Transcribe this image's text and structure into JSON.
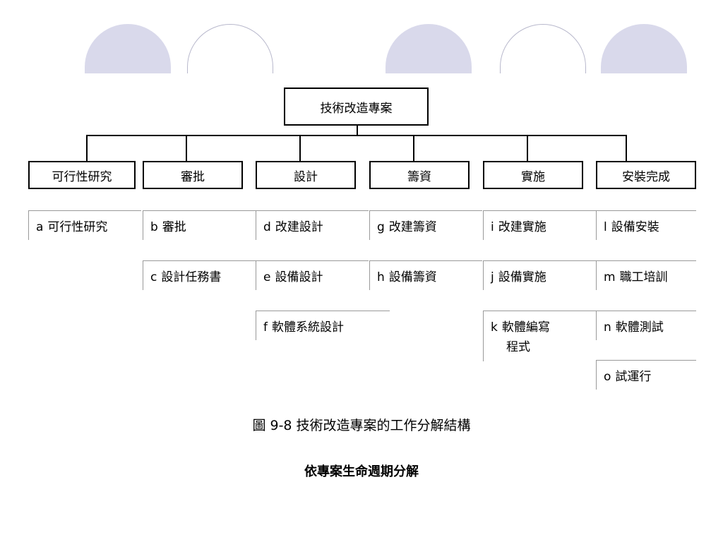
{
  "root": {
    "label": "技術改造專案"
  },
  "phases": [
    {
      "label": "可行性研究"
    },
    {
      "label": "審批"
    },
    {
      "label": "設計"
    },
    {
      "label": "籌資"
    },
    {
      "label": "實施"
    },
    {
      "label": "安裝完成"
    }
  ],
  "tasks": {
    "a": {
      "id": "a",
      "label": "可行性研究"
    },
    "b": {
      "id": "b",
      "label": "審批"
    },
    "c": {
      "id": "c",
      "label": "設計任務書"
    },
    "d": {
      "id": "d",
      "label": "改建設計"
    },
    "e": {
      "id": "e",
      "label": "設備設計"
    },
    "f": {
      "id": "f",
      "label": "軟體系統設計"
    },
    "g": {
      "id": "g",
      "label": "改建籌資"
    },
    "h": {
      "id": "h",
      "label": "設備籌資"
    },
    "i": {
      "id": "i",
      "label": "改建實施"
    },
    "j": {
      "id": "j",
      "label": "設備實施"
    },
    "k": {
      "id": "k",
      "label": "軟體編寫",
      "label_line2": "程式"
    },
    "l": {
      "id": "l",
      "label": "設備安裝"
    },
    "m": {
      "id": "m",
      "label": "職工培訓"
    },
    "n": {
      "id": "n",
      "label": "軟體測試"
    },
    "o": {
      "id": "o",
      "label": "試運行"
    }
  },
  "caption": "圖 9-8  技術改造專案的工作分解結構",
  "subtitle": "依專案生命週期分解",
  "colors": {
    "arc_fill": "#d9d9eb",
    "arc_outline": "#b8b8cc",
    "line": "#000000",
    "task_border": "#999999"
  }
}
